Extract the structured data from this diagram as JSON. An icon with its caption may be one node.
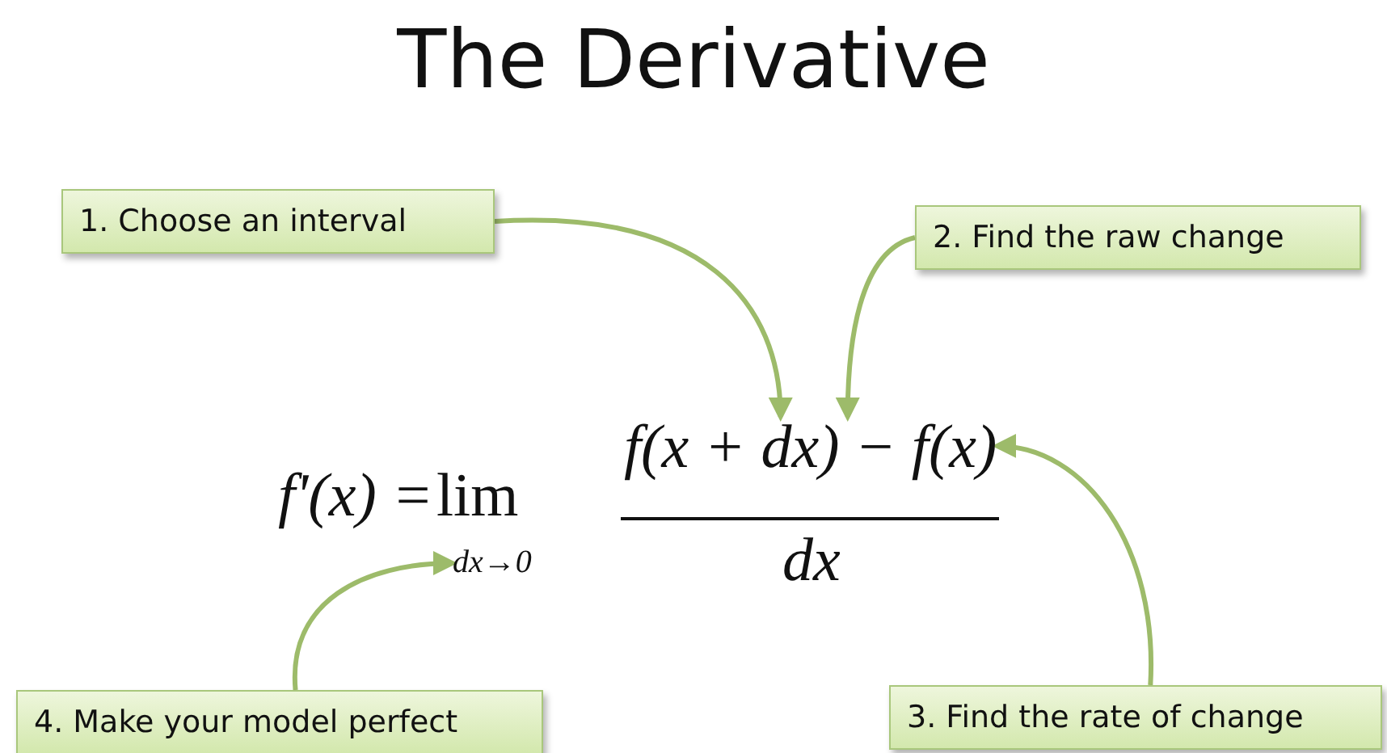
{
  "diagram": {
    "title": "The Derivative",
    "nodes": [
      {
        "text": [
          "1. Choose an interval"
        ]
      },
      {
        "text": [
          "2. Find the raw change"
        ]
      },
      {
        "text": [
          "3. Find the rate of change"
        ]
      },
      {
        "text": [
          "4. Make your model perfect"
        ]
      },
      {
        "text": [
          "f'(x) ="
        ]
      },
      {
        "text": [
          "lim"
        ]
      },
      {
        "text": [
          "dx→0"
        ]
      },
      {
        "text": [
          "f(x + dx) − f(x)"
        ]
      },
      {
        "text": [
          "dx"
        ]
      }
    ],
    "edges": [
      {
        "from": 0,
        "to": 7,
        "arrow": "to"
      },
      {
        "from": 1,
        "to": 7,
        "arrow": "to"
      },
      {
        "from": 2,
        "to": 7,
        "arrow": "to"
      },
      {
        "from": 3,
        "to": 6,
        "arrow": "to"
      }
    ]
  }
}
